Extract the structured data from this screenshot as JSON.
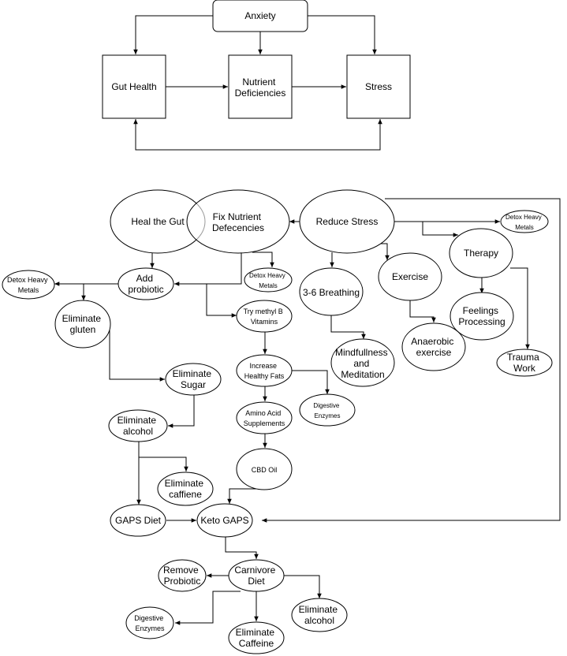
{
  "nodes": {
    "anxiety": "Anxiety",
    "gut_health": "Gut Health",
    "nutrient_deficiencies": [
      "Nutrient",
      "Deficiencies"
    ],
    "stress": "Stress",
    "heal_the_gut": "Heal the Gut",
    "fix_nutrient": [
      "Fix Nutrient",
      "Defecencies"
    ],
    "reduce_stress": "Reduce Stress",
    "detox_heavy_metals_right": [
      "Detox Heavy",
      "Metals"
    ],
    "therapy": "Therapy",
    "exercise": "Exercise",
    "breathing": "3-6 Breathing",
    "add_probiotic": [
      "Add",
      "probiotic"
    ],
    "detox_heavy_metals_mid": [
      "Detox Heavy",
      "Metals"
    ],
    "detox_heavy_metals_left": [
      "Detox Heavy",
      "Metals"
    ],
    "eliminate_gluten": [
      "Eliminate",
      "gluten"
    ],
    "try_methyl_b": [
      "Try methyl B",
      "Vitamins"
    ],
    "feelings_processing": [
      "Feelings",
      "Processing"
    ],
    "anaerobic_exercise": [
      "Anaerobic",
      "exercise"
    ],
    "mindfulness": [
      "Mindfullness",
      "and",
      "Meditation"
    ],
    "trauma_work": [
      "Trauma",
      "Work"
    ],
    "eliminate_sugar": [
      "Eliminate",
      "Sugar"
    ],
    "increase_healthy_fats": [
      "Increase",
      "Healthy Fats"
    ],
    "digestive_enzymes_mid": [
      "Digestive",
      "Enzymes"
    ],
    "eliminate_alcohol_left": [
      "Eliminate",
      "alcohol"
    ],
    "amino_acid": [
      "Amino Acid",
      "Supplements"
    ],
    "eliminate_caffiene": [
      "Eliminate",
      "caffiene"
    ],
    "cbd_oil": "CBD Oil",
    "gaps_diet": "GAPS Diet",
    "keto_gaps": "Keto GAPS",
    "remove_probiotic": [
      "Remove",
      "Probiotic"
    ],
    "carnivore_diet": [
      "Carnivore",
      "Diet"
    ],
    "digestive_enzymes_bottom": [
      "Digestive",
      "Enzymes"
    ],
    "eliminate_alcohol_bottom": [
      "Eliminate",
      "alcohol"
    ],
    "eliminate_caffeine_bottom": [
      "Eliminate",
      "Caffeine"
    ]
  }
}
